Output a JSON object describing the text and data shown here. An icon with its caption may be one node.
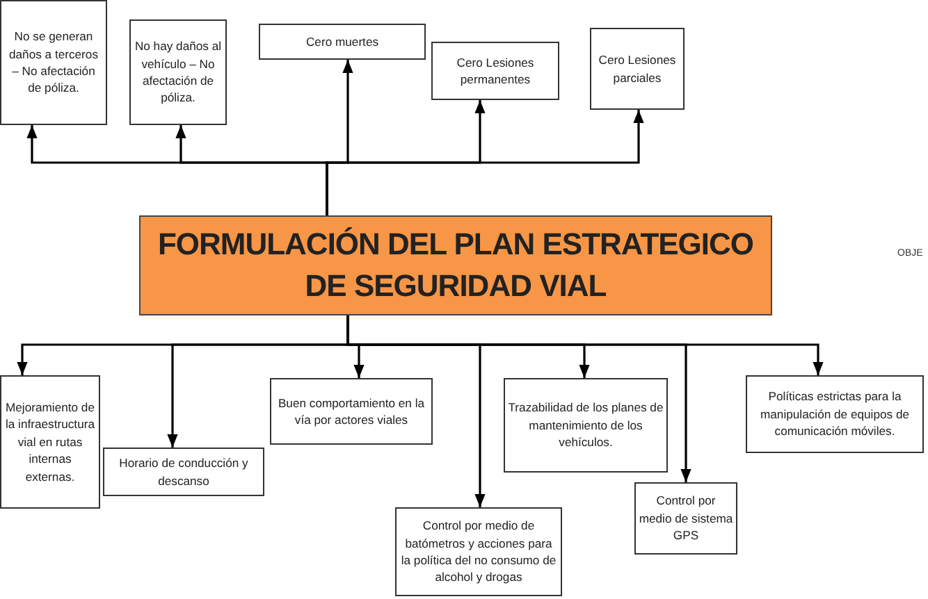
{
  "diagram": {
    "nodes": [
      {
        "text": [
          "FORMULACIÓN DEL PLAN ESTRATEGICO DE SEGURIDAD VIAL"
        ]
      },
      {
        "text": [
          "No se generan daños a terceros – No afectación de póliza."
        ]
      },
      {
        "text": [
          "No hay daños al vehículo – No afectación de póliza."
        ]
      },
      {
        "text": [
          "Cero muertes"
        ]
      },
      {
        "text": [
          "Cero Lesiones permanentes"
        ]
      },
      {
        "text": [
          "Cero Lesiones parciales"
        ]
      },
      {
        "text": [
          "Mejoramiento de la infraestructura vial en rutas internas externas."
        ]
      },
      {
        "text": [
          "Horario de conducción y descanso"
        ]
      },
      {
        "text": [
          "Buen comportamiento en la vía por actores viales"
        ]
      },
      {
        "text": [
          "Control por medio de batómetros y acciones para la política del no consumo de alcohol y drogas"
        ]
      },
      {
        "text": [
          "Trazabilidad de los planes de mantenimiento de los vehículos."
        ]
      },
      {
        "text": [
          "Control por medio de sistema GPS"
        ]
      },
      {
        "text": [
          "Políticas estrictas para la manipulación de equipos de comunicación móviles."
        ]
      }
    ],
    "edges": [
      {
        "from": 0,
        "to": 1,
        "arrow": "to"
      },
      {
        "from": 0,
        "to": 2,
        "arrow": "to"
      },
      {
        "from": 0,
        "to": 3,
        "arrow": "to"
      },
      {
        "from": 0,
        "to": 4,
        "arrow": "to"
      },
      {
        "from": 0,
        "to": 5,
        "arrow": "to"
      },
      {
        "from": 0,
        "to": 6,
        "arrow": "to"
      },
      {
        "from": 0,
        "to": 7,
        "arrow": "to"
      },
      {
        "from": 0,
        "to": 8,
        "arrow": "to"
      },
      {
        "from": 0,
        "to": 9,
        "arrow": "to"
      },
      {
        "from": 0,
        "to": 10,
        "arrow": "to"
      },
      {
        "from": 0,
        "to": 11,
        "arrow": "to"
      },
      {
        "from": 0,
        "to": 12,
        "arrow": "to"
      }
    ],
    "labels": [
      "OBJE"
    ]
  }
}
